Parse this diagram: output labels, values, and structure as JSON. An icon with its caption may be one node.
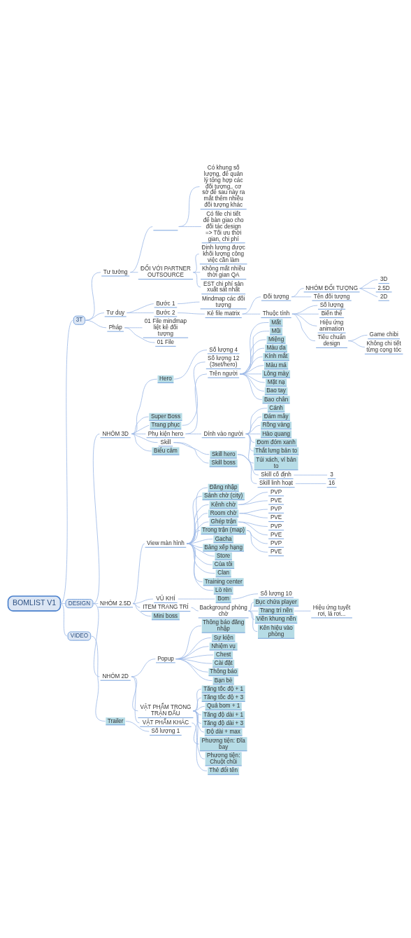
{
  "diagram": {
    "nodes": [
      {
        "text": [
          "BOMLIST V1"
        ]
      },
      {
        "text": [
          "3T"
        ]
      },
      {
        "text": [
          "Tư tưởng"
        ]
      },
      {
        "text": [],
        "shape": "underline"
      },
      {
        "text": [
          "Có khung số lượng, để quản lý tổng hợp các đối tượng,. cơ sở để sau này ra mắt thêm nhiều đối tượng khác"
        ]
      },
      {
        "text": [
          "Có file chi tiết để bàn giao cho đối tác design => Tối ưu thời gian, chi phí"
        ]
      },
      {
        "text": [
          "ĐỐI VỚI PARTNER OUTSOURCE"
        ]
      },
      {
        "text": [
          "Định lượng được khối lượng công việc cần làm"
        ]
      },
      {
        "text": [
          "Không mất nhiều thời gian QA"
        ]
      },
      {
        "text": [
          "EST chi phí sản xuất sát nhất"
        ]
      },
      {
        "text": [
          "Tư duy"
        ]
      },
      {
        "text": [
          "Bước 1"
        ]
      },
      {
        "text": [
          "Mindmap các đối tượng"
        ]
      },
      {
        "text": [
          "Bước 2"
        ]
      },
      {
        "text": [
          "Kẻ file matrix"
        ]
      },
      {
        "text": [
          "Đối tượng"
        ]
      },
      {
        "text": [
          "NHÓM ĐỐI TƯỢNG"
        ]
      },
      {
        "text": [
          "3D"
        ]
      },
      {
        "text": [
          "2.5D"
        ]
      },
      {
        "text": [
          "2D"
        ]
      },
      {
        "text": [
          "Tên đối tượng"
        ]
      },
      {
        "text": [
          "Thuộc tính"
        ]
      },
      {
        "text": [
          "Số lượng"
        ]
      },
      {
        "text": [
          "Biến thể"
        ]
      },
      {
        "text": [
          "Hiệu ứng animation"
        ]
      },
      {
        "text": [
          "Tiêu chuẩn design"
        ]
      },
      {
        "text": [
          "Game chibi"
        ]
      },
      {
        "text": [
          "Không chi tiết từng cọng tóc"
        ]
      },
      {
        "text": [
          "Pháp"
        ]
      },
      {
        "text": [
          "01 File mindmap liệt kê đối tượng"
        ]
      },
      {
        "text": [
          "01 File"
        ]
      },
      {
        "text": [
          "DESIGN"
        ]
      },
      {
        "text": [
          "NHÓM 3D"
        ]
      },
      {
        "text": [
          "Hero"
        ]
      },
      {
        "text": [
          "Số lượng 4"
        ]
      },
      {
        "text": [
          "Super Boss"
        ]
      },
      {
        "text": [
          "Trang phục"
        ]
      },
      {
        "text": [
          "Số lượng 12 (3set/hero)"
        ]
      },
      {
        "text": [
          "Phụ kiện hero"
        ]
      },
      {
        "text": [
          "Trên người"
        ]
      },
      {
        "text": [
          "Mắt"
        ]
      },
      {
        "text": [
          "Mũi"
        ]
      },
      {
        "text": [
          "Miệng"
        ]
      },
      {
        "text": [
          "Màu da"
        ]
      },
      {
        "text": [
          "Kính mắt"
        ]
      },
      {
        "text": [
          "Màu má"
        ]
      },
      {
        "text": [
          "Lông mày"
        ]
      },
      {
        "text": [
          "Mặt nạ"
        ]
      },
      {
        "text": [
          "Bao tay"
        ]
      },
      {
        "text": [
          "Bao chân"
        ]
      },
      {
        "text": [
          "Dính vào người"
        ]
      },
      {
        "text": [
          "Cánh"
        ]
      },
      {
        "text": [
          "Đám mây"
        ]
      },
      {
        "text": [
          "Rồng vàng"
        ]
      },
      {
        "text": [
          "Hào quang"
        ]
      },
      {
        "text": [
          "Đom đóm xanh"
        ]
      },
      {
        "text": [
          "Thắt lưng bản to"
        ]
      },
      {
        "text": [
          "Túi xách, ví bản to"
        ]
      },
      {
        "text": [
          "Skill"
        ]
      },
      {
        "text": [
          "Skill hero"
        ]
      },
      {
        "text": [
          "Skill cố định"
        ]
      },
      {
        "text": [
          "3"
        ]
      },
      {
        "text": [
          "Skill linh hoạt"
        ]
      },
      {
        "text": [
          "16"
        ]
      },
      {
        "text": [
          "Skill boss"
        ]
      },
      {
        "text": [
          "Biểu cảm"
        ]
      },
      {
        "text": [
          "NHÓM 2.5D"
        ]
      },
      {
        "text": [
          "View màn hình"
        ]
      },
      {
        "text": [
          "Đăng nhập"
        ]
      },
      {
        "text": [
          "Sảnh chờ (city)"
        ]
      },
      {
        "text": [
          "Kênh chờ"
        ]
      },
      {
        "text": [
          "PVP"
        ]
      },
      {
        "text": [
          "PVE"
        ]
      },
      {
        "text": [
          "Room chờ"
        ]
      },
      {
        "text": [
          "PVP"
        ]
      },
      {
        "text": [
          "PVE"
        ]
      },
      {
        "text": [
          "Ghép trận"
        ]
      },
      {
        "text": [
          "PVP"
        ]
      },
      {
        "text": [
          "PVE"
        ]
      },
      {
        "text": [
          "Trong trận (map)"
        ]
      },
      {
        "text": [
          "PVP"
        ]
      },
      {
        "text": [
          "PVE"
        ]
      },
      {
        "text": [
          "Gacha"
        ]
      },
      {
        "text": [
          "Bảng xếp hạng"
        ]
      },
      {
        "text": [
          "Store"
        ]
      },
      {
        "text": [
          "Của tôi"
        ]
      },
      {
        "text": [
          "Clan"
        ]
      },
      {
        "text": [
          "Training center"
        ]
      },
      {
        "text": [
          "Lò rèn"
        ]
      },
      {
        "text": [
          "VŨ KHÍ"
        ]
      },
      {
        "text": [
          "Bom"
        ]
      },
      {
        "text": [
          "Số lượng 10"
        ]
      },
      {
        "text": [
          "ITEM TRANG TRÍ"
        ]
      },
      {
        "text": [
          "Background phòng chờ"
        ]
      },
      {
        "text": [
          "Bục chứa player"
        ]
      },
      {
        "text": [
          "Trang trí nền"
        ]
      },
      {
        "text": [
          "Hiệu ứng tuyết rơi, lá rơi..."
        ]
      },
      {
        "text": [
          "Viền khung nền"
        ]
      },
      {
        "text": [
          "Kên hiệu vào phòng"
        ]
      },
      {
        "text": [
          "Mini boss"
        ]
      },
      {
        "text": [
          "NHÓM 2D"
        ]
      },
      {
        "text": [
          "Popup"
        ]
      },
      {
        "text": [
          "Thông báo đăng nhập"
        ]
      },
      {
        "text": [
          "Sự kiện"
        ]
      },
      {
        "text": [
          "Nhiệm vụ"
        ]
      },
      {
        "text": [
          "Chest"
        ]
      },
      {
        "text": [
          "Cài đặt"
        ]
      },
      {
        "text": [
          "Thông báo"
        ]
      },
      {
        "text": [
          "Bạn bè"
        ]
      },
      {
        "text": [
          "VẬT PHẨM TRONG TRẬN ĐẤU"
        ]
      },
      {
        "text": [
          "Tăng tốc độ + 1"
        ]
      },
      {
        "text": [
          "Tăng tốc độ + 3"
        ]
      },
      {
        "text": [
          "Quả bom + 1"
        ]
      },
      {
        "text": [
          "Tăng độ dài + 1"
        ]
      },
      {
        "text": [
          "Tăng độ dài + 3"
        ]
      },
      {
        "text": [
          "Độ dài + max"
        ]
      },
      {
        "text": [
          "Phương tiện: Đĩa bay"
        ]
      },
      {
        "text": [
          "Phương tiện: Chuột chũi"
        ]
      },
      {
        "text": [
          "VẬT PHẨM KHÁC"
        ]
      },
      {
        "text": [
          "Thẻ đổi tên"
        ]
      },
      {
        "text": [
          "VIDEO"
        ]
      },
      {
        "text": [
          "Trailer"
        ]
      },
      {
        "text": [
          "Số lượng 1"
        ]
      }
    ],
    "edges": [
      {
        "from": 0,
        "to": 1,
        "arrow": "none"
      },
      {
        "from": 1,
        "to": 2,
        "arrow": "none"
      },
      {
        "from": 2,
        "to": 3,
        "arrow": "none"
      },
      {
        "from": 3,
        "to": 4,
        "arrow": "none"
      },
      {
        "from": 3,
        "to": 5,
        "arrow": "none"
      },
      {
        "from": 2,
        "to": 6,
        "arrow": "none"
      },
      {
        "from": 6,
        "to": 7,
        "arrow": "none"
      },
      {
        "from": 6,
        "to": 8,
        "arrow": "none"
      },
      {
        "from": 6,
        "to": 9,
        "arrow": "none"
      },
      {
        "from": 1,
        "to": 10,
        "arrow": "none"
      },
      {
        "from": 10,
        "to": 11,
        "arrow": "none"
      },
      {
        "from": 11,
        "to": 12,
        "arrow": "none"
      },
      {
        "from": 10,
        "to": 13,
        "arrow": "none"
      },
      {
        "from": 13,
        "to": 14,
        "arrow": "none"
      },
      {
        "from": 14,
        "to": 15,
        "arrow": "none"
      },
      {
        "from": 15,
        "to": 16,
        "arrow": "none"
      },
      {
        "from": 16,
        "to": 17,
        "arrow": "none"
      },
      {
        "from": 16,
        "to": 18,
        "arrow": "none"
      },
      {
        "from": 16,
        "to": 19,
        "arrow": "none"
      },
      {
        "from": 15,
        "to": 20,
        "arrow": "none"
      },
      {
        "from": 14,
        "to": 21,
        "arrow": "none"
      },
      {
        "from": 21,
        "to": 22,
        "arrow": "none"
      },
      {
        "from": 21,
        "to": 23,
        "arrow": "none"
      },
      {
        "from": 21,
        "to": 24,
        "arrow": "none"
      },
      {
        "from": 21,
        "to": 25,
        "arrow": "none"
      },
      {
        "from": 25,
        "to": 26,
        "arrow": "none"
      },
      {
        "from": 25,
        "to": 27,
        "arrow": "none"
      },
      {
        "from": 1,
        "to": 28,
        "arrow": "none"
      },
      {
        "from": 28,
        "to": 29,
        "arrow": "none"
      },
      {
        "from": 28,
        "to": 30,
        "arrow": "none"
      },
      {
        "from": 0,
        "to": 31,
        "arrow": "none"
      },
      {
        "from": 31,
        "to": 32,
        "arrow": "none"
      },
      {
        "from": 32,
        "to": 33,
        "arrow": "none"
      },
      {
        "from": 33,
        "to": 34,
        "arrow": "none"
      },
      {
        "from": 32,
        "to": 35,
        "arrow": "none"
      },
      {
        "from": 32,
        "to": 36,
        "arrow": "none"
      },
      {
        "from": 36,
        "to": 37,
        "arrow": "none"
      },
      {
        "from": 32,
        "to": 38,
        "arrow": "none"
      },
      {
        "from": 38,
        "to": 39,
        "arrow": "none"
      },
      {
        "from": 39,
        "to": 40,
        "arrow": "none"
      },
      {
        "from": 39,
        "to": 41,
        "arrow": "none"
      },
      {
        "from": 39,
        "to": 42,
        "arrow": "none"
      },
      {
        "from": 39,
        "to": 43,
        "arrow": "none"
      },
      {
        "from": 39,
        "to": 44,
        "arrow": "none"
      },
      {
        "from": 39,
        "to": 45,
        "arrow": "none"
      },
      {
        "from": 39,
        "to": 46,
        "arrow": "none"
      },
      {
        "from": 39,
        "to": 47,
        "arrow": "none"
      },
      {
        "from": 39,
        "to": 48,
        "arrow": "none"
      },
      {
        "from": 39,
        "to": 49,
        "arrow": "none"
      },
      {
        "from": 38,
        "to": 50,
        "arrow": "none"
      },
      {
        "from": 50,
        "to": 51,
        "arrow": "none"
      },
      {
        "from": 50,
        "to": 52,
        "arrow": "none"
      },
      {
        "from": 50,
        "to": 53,
        "arrow": "none"
      },
      {
        "from": 50,
        "to": 54,
        "arrow": "none"
      },
      {
        "from": 50,
        "to": 55,
        "arrow": "none"
      },
      {
        "from": 50,
        "to": 56,
        "arrow": "none"
      },
      {
        "from": 50,
        "to": 57,
        "arrow": "none"
      },
      {
        "from": 32,
        "to": 58,
        "arrow": "none"
      },
      {
        "from": 58,
        "to": 59,
        "arrow": "none"
      },
      {
        "from": 59,
        "to": 60,
        "arrow": "none"
      },
      {
        "from": 60,
        "to": 61,
        "arrow": "none"
      },
      {
        "from": 59,
        "to": 62,
        "arrow": "none"
      },
      {
        "from": 62,
        "to": 63,
        "arrow": "none"
      },
      {
        "from": 58,
        "to": 64,
        "arrow": "none"
      },
      {
        "from": 32,
        "to": 65,
        "arrow": "none"
      },
      {
        "from": 31,
        "to": 66,
        "arrow": "none"
      },
      {
        "from": 66,
        "to": 67,
        "arrow": "none"
      },
      {
        "from": 67,
        "to": 68,
        "arrow": "none"
      },
      {
        "from": 67,
        "to": 69,
        "arrow": "none"
      },
      {
        "from": 67,
        "to": 70,
        "arrow": "none"
      },
      {
        "from": 70,
        "to": 71,
        "arrow": "none"
      },
      {
        "from": 70,
        "to": 72,
        "arrow": "none"
      },
      {
        "from": 67,
        "to": 73,
        "arrow": "none"
      },
      {
        "from": 73,
        "to": 74,
        "arrow": "none"
      },
      {
        "from": 73,
        "to": 75,
        "arrow": "none"
      },
      {
        "from": 67,
        "to": 76,
        "arrow": "none"
      },
      {
        "from": 76,
        "to": 77,
        "arrow": "none"
      },
      {
        "from": 76,
        "to": 78,
        "arrow": "none"
      },
      {
        "from": 67,
        "to": 79,
        "arrow": "none"
      },
      {
        "from": 79,
        "to": 80,
        "arrow": "none"
      },
      {
        "from": 79,
        "to": 81,
        "arrow": "none"
      },
      {
        "from": 67,
        "to": 82,
        "arrow": "none"
      },
      {
        "from": 67,
        "to": 83,
        "arrow": "none"
      },
      {
        "from": 67,
        "to": 84,
        "arrow": "none"
      },
      {
        "from": 67,
        "to": 85,
        "arrow": "none"
      },
      {
        "from": 67,
        "to": 86,
        "arrow": "none"
      },
      {
        "from": 67,
        "to": 87,
        "arrow": "none"
      },
      {
        "from": 67,
        "to": 88,
        "arrow": "none"
      },
      {
        "from": 66,
        "to": 89,
        "arrow": "none"
      },
      {
        "from": 89,
        "to": 90,
        "arrow": "none"
      },
      {
        "from": 90,
        "to": 91,
        "arrow": "none"
      },
      {
        "from": 66,
        "to": 92,
        "arrow": "none"
      },
      {
        "from": 92,
        "to": 93,
        "arrow": "none"
      },
      {
        "from": 93,
        "to": 94,
        "arrow": "none"
      },
      {
        "from": 93,
        "to": 95,
        "arrow": "none"
      },
      {
        "from": 95,
        "to": 96,
        "arrow": "none"
      },
      {
        "from": 93,
        "to": 97,
        "arrow": "none"
      },
      {
        "from": 93,
        "to": 98,
        "arrow": "none"
      },
      {
        "from": 66,
        "to": 99,
        "arrow": "none"
      },
      {
        "from": 31,
        "to": 100,
        "arrow": "none"
      },
      {
        "from": 100,
        "to": 101,
        "arrow": "none"
      },
      {
        "from": 101,
        "to": 102,
        "arrow": "none"
      },
      {
        "from": 101,
        "to": 103,
        "arrow": "none"
      },
      {
        "from": 101,
        "to": 104,
        "arrow": "none"
      },
      {
        "from": 101,
        "to": 105,
        "arrow": "none"
      },
      {
        "from": 101,
        "to": 106,
        "arrow": "none"
      },
      {
        "from": 101,
        "to": 107,
        "arrow": "none"
      },
      {
        "from": 101,
        "to": 108,
        "arrow": "none"
      },
      {
        "from": 100,
        "to": 109,
        "arrow": "none"
      },
      {
        "from": 109,
        "to": 110,
        "arrow": "none"
      },
      {
        "from": 109,
        "to": 111,
        "arrow": "none"
      },
      {
        "from": 109,
        "to": 112,
        "arrow": "none"
      },
      {
        "from": 109,
        "to": 113,
        "arrow": "none"
      },
      {
        "from": 109,
        "to": 114,
        "arrow": "none"
      },
      {
        "from": 109,
        "to": 115,
        "arrow": "none"
      },
      {
        "from": 109,
        "to": 116,
        "arrow": "none"
      },
      {
        "from": 109,
        "to": 117,
        "arrow": "none"
      },
      {
        "from": 100,
        "to": 118,
        "arrow": "none"
      },
      {
        "from": 118,
        "to": 119,
        "arrow": "none"
      },
      {
        "from": 0,
        "to": 120,
        "arrow": "none"
      },
      {
        "from": 120,
        "to": 121,
        "arrow": "none"
      },
      {
        "from": 121,
        "to": 122,
        "arrow": "none"
      }
    ]
  }
}
